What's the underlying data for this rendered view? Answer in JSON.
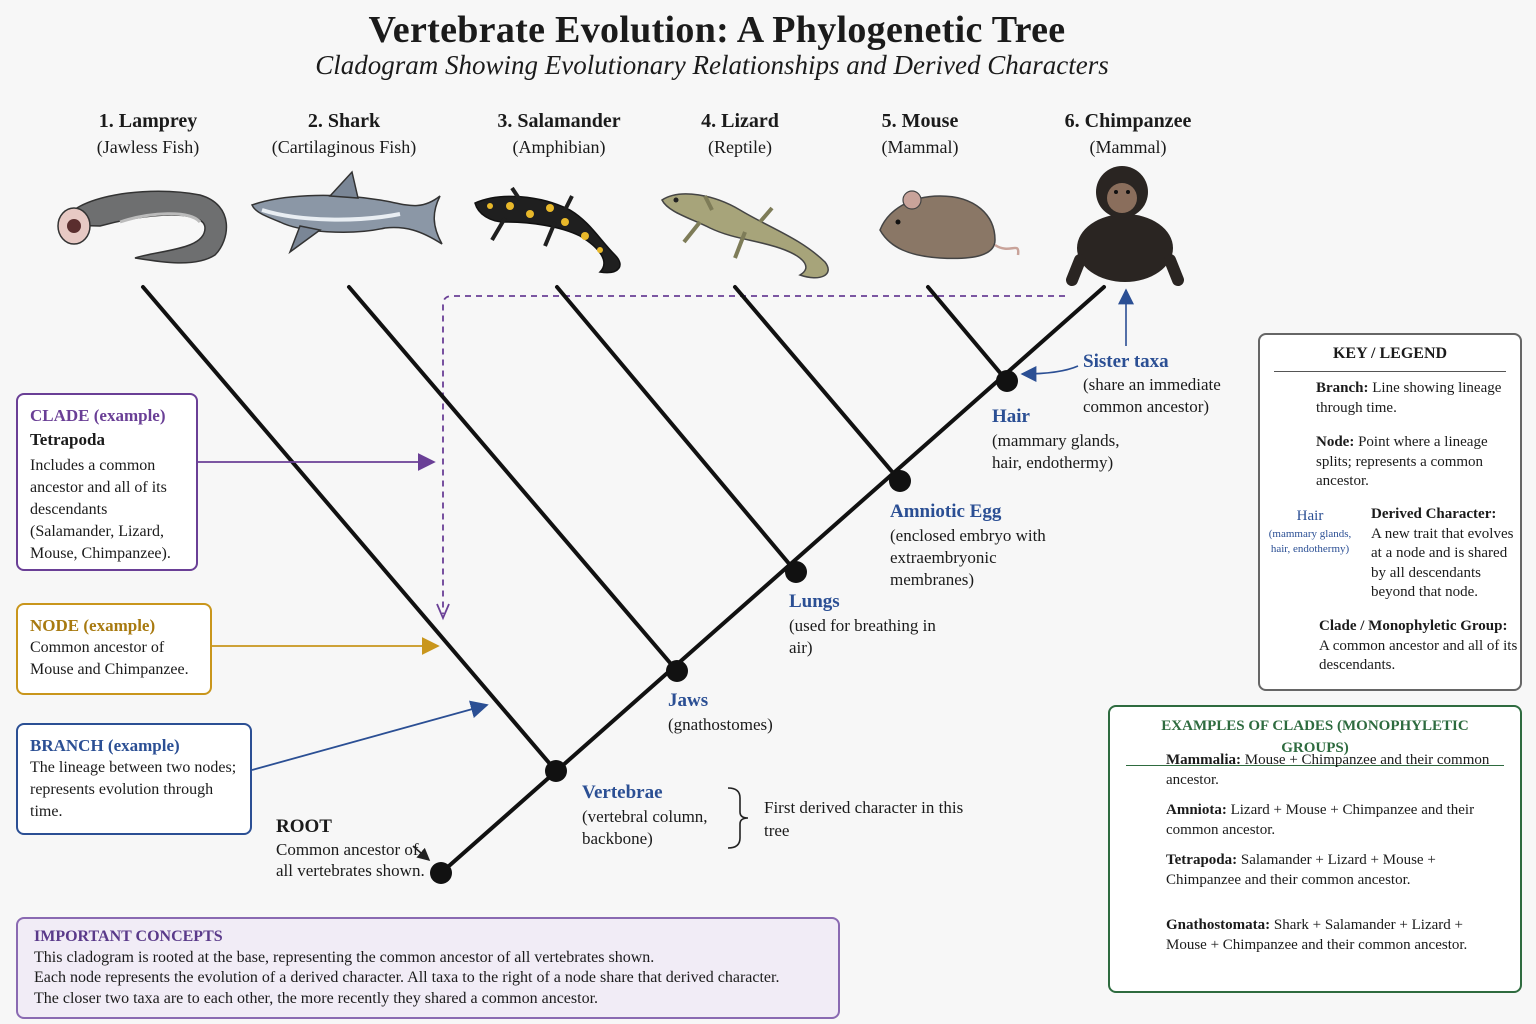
{
  "title": "Vertebrate Evolution: A Phylogenetic Tree",
  "subtitle": "Cladogram Showing Evolutionary Relationships and Derived Characters",
  "taxa": [
    {
      "name": "1. Lamprey",
      "group": "(Jawless Fish)"
    },
    {
      "name": "2. Shark",
      "group": "(Cartilaginous Fish)"
    },
    {
      "name": "3. Salamander",
      "group": "(Amphibian)"
    },
    {
      "name": "4. Lizard",
      "group": "(Reptile)"
    },
    {
      "name": "5. Mouse",
      "group": "(Mammal)"
    },
    {
      "name": "6. Chimpanzee",
      "group": "(Mammal)"
    }
  ],
  "characters": [
    {
      "name": "Vertebrae",
      "desc": "(vertebral column, backbone)"
    },
    {
      "name": "Jaws",
      "desc": "(gnathostomes)"
    },
    {
      "name": "Lungs",
      "desc": "(used for breathing in air)"
    },
    {
      "name": "Amniotic Egg",
      "desc": "(enclosed embryo with extraembryonic membranes)"
    },
    {
      "name": "Hair",
      "desc": "(mammary glands, hair, endothermy)"
    }
  ],
  "first_character_note": "First derived character in this tree",
  "root": {
    "name": "ROOT",
    "desc": "Common ancestor of all vertebrates shown."
  },
  "sister": {
    "name": "Sister taxa",
    "desc": "(share an immediate common ancestor)"
  },
  "clade_example": {
    "heading": "CLADE (example)",
    "name": "Tetrapoda",
    "text": "Includes a common ancestor and all of its descendants (Salamander, Lizard, Mouse, Chimpanzee)."
  },
  "node_example": {
    "heading": "NODE (example)",
    "text": "Common ancestor of Mouse and Chimpanzee."
  },
  "branch_example": {
    "heading": "BRANCH (example)",
    "text": "The lineage between two nodes; represents evolution through time."
  },
  "legend": {
    "title": "KEY / LEGEND",
    "branch": {
      "term": "Branch:",
      "text": "Line showing lineage through time."
    },
    "node": {
      "term": "Node:",
      "text": "Point where a lineage splits; represents a common ancestor."
    },
    "derived": {
      "sample_name": "Hair",
      "sample_desc": "(mammary glands, hair, endothermy)",
      "term": "Derived Character:",
      "text": "A new trait that evolves at a node and is shared by all descendants beyond that node."
    },
    "clade": {
      "term": "Clade / Monophyletic Group:",
      "text": "A common ancestor and all of its descendants."
    }
  },
  "clade_examples": {
    "title": "EXAMPLES OF CLADES (MONOPHYLETIC GROUPS)",
    "items": [
      {
        "term": "Mammalia:",
        "text": "Mouse + Chimpanzee and their common ancestor."
      },
      {
        "term": "Amniota:",
        "text": "Lizard + Mouse + Chimpanzee and their common ancestor."
      },
      {
        "term": "Tetrapoda:",
        "text": "Salamander + Lizard + Mouse + Chimpanzee and their common ancestor."
      },
      {
        "term": "Gnathostomata:",
        "text": "Shark + Salamander + Lizard + Mouse + Chimpanzee and their common ancestor."
      }
    ]
  },
  "concepts": {
    "heading": "IMPORTANT CONCEPTS",
    "lines": [
      "This cladogram is rooted at the base, representing the common ancestor of all vertebrates shown.",
      "Each node represents the evolution of a derived character. All taxa to the right of a node share that derived character.",
      "The closer two taxa are to each other, the more recently they shared a common ancestor."
    ]
  },
  "colors": {
    "clade": "#6a3f96",
    "node": "#c9961c",
    "branch": "#2b4f94",
    "character": "#2b4f94",
    "clade_examples": "#2e6b3f"
  },
  "icons": [
    "lamprey-illustration",
    "shark-illustration",
    "salamander-illustration",
    "lizard-illustration",
    "mouse-illustration",
    "chimpanzee-illustration"
  ]
}
